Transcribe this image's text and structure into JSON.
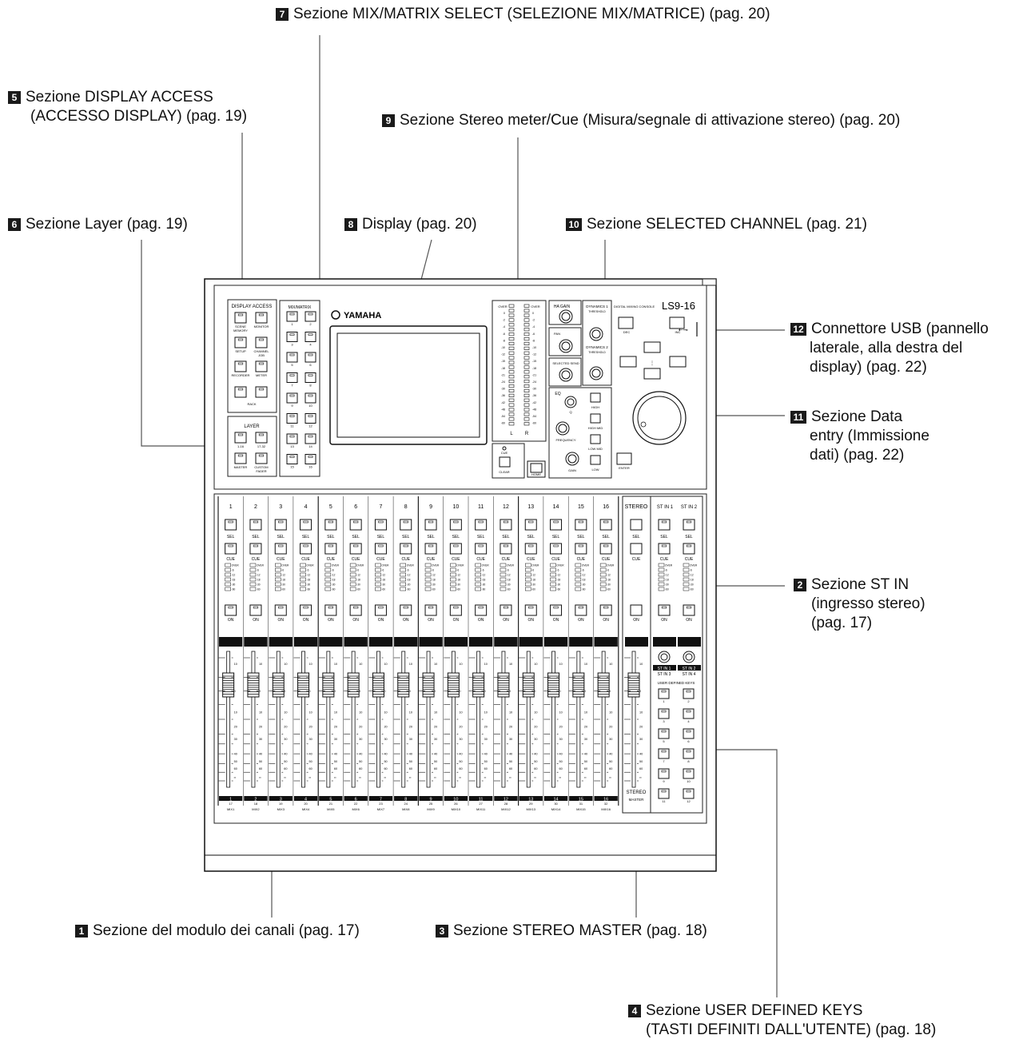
{
  "callouts": {
    "c7": {
      "num": "7",
      "line1": "Sezione MIX/MATRIX SELECT (SELEZIONE MIX/MATRICE) (pag. 20)"
    },
    "c5": {
      "num": "5",
      "line1": "Sezione DISPLAY ACCESS",
      "line2": "(ACCESSO DISPLAY) (pag. 19)"
    },
    "c9": {
      "num": "9",
      "line1": "Sezione Stereo meter/Cue (Misura/segnale di attivazione stereo) (pag. 20)"
    },
    "c6": {
      "num": "6",
      "line1": "Sezione Layer (pag. 19)"
    },
    "c8": {
      "num": "8",
      "line1": "Display (pag. 20)"
    },
    "c10": {
      "num": "10",
      "line1": "Sezione SELECTED CHANNEL (pag. 21)"
    },
    "c12": {
      "num": "12",
      "line1": "Connettore USB (pannello",
      "line2": "laterale, alla destra del",
      "line3": "display) (pag. 22)"
    },
    "c11": {
      "num": "11",
      "line1": "Sezione Data",
      "line2": "entry (Immissione",
      "line3": "dati) (pag. 22)"
    },
    "c2": {
      "num": "2",
      "line1": "Sezione ST IN",
      "line2": "(ingresso stereo)",
      "line3": "(pag. 17)"
    },
    "c1": {
      "num": "1",
      "line1": "Sezione del modulo dei canali (pag. 17)"
    },
    "c3": {
      "num": "3",
      "line1": "Sezione STEREO MASTER (pag. 18)"
    },
    "c4": {
      "num": "4",
      "line1": "Sezione USER DEFINED KEYS",
      "line2": "(TASTI DEFINITI DALL'UTENTE) (pag. 18)"
    }
  },
  "console": {
    "brand": "YAMAHA",
    "model_prefix": "DIGITAL MIXING CONSOLE",
    "model": "LS9-16",
    "display_access": {
      "title": "DISPLAY ACCESS",
      "keys": [
        "SCENE MEMORY",
        "MONITOR",
        "SETUP",
        "CHANNEL JOB",
        "RECORDER",
        "METER"
      ],
      "rack_label": "RACK"
    },
    "layer": {
      "title": "LAYER",
      "keys": [
        "1-16",
        "17-32",
        "MASTER",
        "CUSTOM FADER"
      ]
    },
    "mix_matrix": {
      "title": "MIX/MATRIX",
      "keys": [
        "1",
        "2",
        "3",
        "4",
        "5",
        "6",
        "7",
        "8",
        "9",
        "10",
        "11",
        "12",
        "13",
        "14",
        "15",
        "16"
      ]
    },
    "meter": {
      "top_left": "OVER",
      "top_right": "OVER",
      "left": "L",
      "right": "R",
      "scale": [
        "0",
        "-2",
        "-4",
        "-6",
        "-8",
        "-10",
        "-12",
        "-15",
        "-18",
        "-21",
        "-24",
        "-30",
        "-36",
        "-42",
        "-48",
        "-54",
        "-60"
      ],
      "cue": "CUE",
      "clear": "CLEAR",
      "home": "HOME"
    },
    "selected_channel": {
      "ha_gain": "HA GAIN",
      "pan": "PAN",
      "selected_send": "SELECTED SEND",
      "dyn1": "DYNAMICS 1",
      "dyn2": "DYNAMICS 2",
      "threshold": "THRESHOLD",
      "eq": "EQ",
      "q": "Q",
      "frequency": "FREQUENCY",
      "gain": "GAIN",
      "high": "HIGH",
      "high_mid": "HIGH MID",
      "low_mid": "LOW MID",
      "low": "LOW"
    },
    "data_entry": {
      "dec": "DEC",
      "inc": "INC",
      "enter": "ENTER"
    },
    "strip_labels": {
      "sel": "SEL",
      "cue": "CUE",
      "on": "ON"
    },
    "channels": [
      "1",
      "2",
      "3",
      "4",
      "5",
      "6",
      "7",
      "8",
      "9",
      "10",
      "11",
      "12",
      "13",
      "14",
      "15",
      "16"
    ],
    "channels_b": [
      "17",
      "18",
      "19",
      "20",
      "21",
      "22",
      "23",
      "24",
      "25",
      "26",
      "27",
      "28",
      "29",
      "30",
      "31",
      "32"
    ],
    "mix_names": [
      "MIX1",
      "MIX2",
      "MIX3",
      "MIX4",
      "MIX5",
      "MIX6",
      "MIX7",
      "MIX8",
      "MIX9",
      "MIX10",
      "MIX11",
      "MIX12",
      "MIX13",
      "MIX14",
      "MIX15",
      "MIX16"
    ],
    "stereo": {
      "title": "STEREO",
      "bottom1": "STEREO",
      "bottom2": "MASTER"
    },
    "st_in": {
      "ch1": "ST IN 1",
      "ch2": "ST IN 2",
      "ch3": "ST IN 3",
      "ch4": "ST IN 4"
    },
    "user_keys": {
      "title": "USER DEFINED KEYS",
      "keys": [
        "1",
        "2",
        "3",
        "4",
        "5",
        "6",
        "7",
        "8",
        "9",
        "10",
        "11",
        "12"
      ]
    },
    "fader_scale": [
      "10",
      "0",
      "10",
      "20",
      "30",
      "40",
      "50",
      "60",
      "∞"
    ],
    "strip_meter": [
      "OVER",
      "-6",
      "-12",
      "-18",
      "-30",
      "-60"
    ]
  }
}
